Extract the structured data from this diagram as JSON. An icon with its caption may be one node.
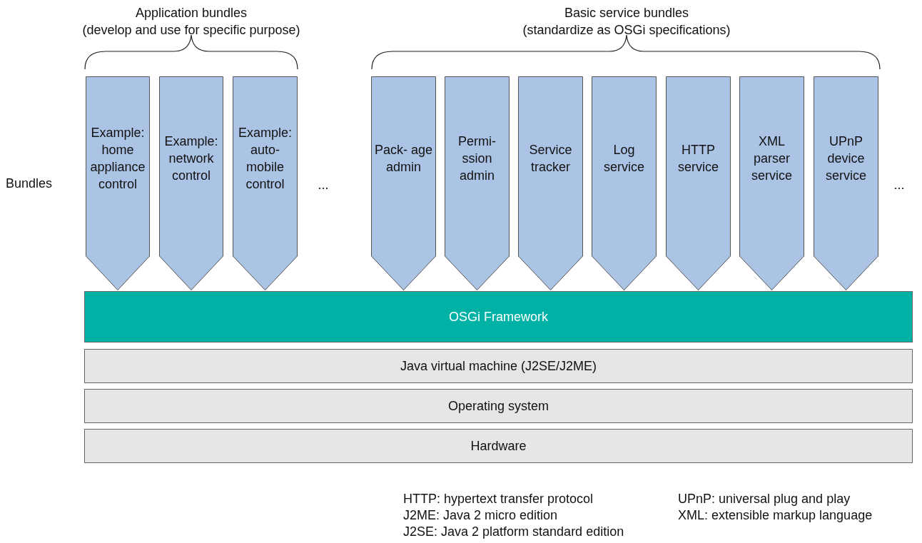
{
  "diagram": {
    "nodes": [
      {
        "text": [
          "Example: home appliance control"
        ]
      },
      {
        "text": [
          "Example: network control"
        ]
      },
      {
        "text": [
          "Example: auto- mobile control"
        ]
      },
      {
        "text": [
          "Pack- age admin"
        ]
      },
      {
        "text": [
          "Permi- ssion admin"
        ]
      },
      {
        "text": [
          "Service tracker"
        ]
      },
      {
        "text": [
          "Log service"
        ]
      },
      {
        "text": [
          "HTTP service"
        ]
      },
      {
        "text": [
          "XML parser service"
        ]
      },
      {
        "text": [
          "UPnP device service"
        ]
      },
      {
        "text": [
          "OSGi Framework"
        ]
      },
      {
        "text": [
          "Java virtual machine (J2SE/J2ME)"
        ]
      },
      {
        "text": [
          "Operating system"
        ]
      },
      {
        "text": [
          "Hardware"
        ]
      }
    ],
    "labels": [
      "Application bundles",
      "(develop and use for specific purpose)",
      "Basic service bundles",
      "(standardize as OSGi specifications)",
      "Bundles",
      "...",
      "...",
      "HTTP: hypertext transfer protocol",
      "UPnP: universal plug and play",
      "J2ME: Java 2 micro edition",
      "XML: extensible markup language",
      "J2SE: Java 2 platform standard edition"
    ]
  }
}
